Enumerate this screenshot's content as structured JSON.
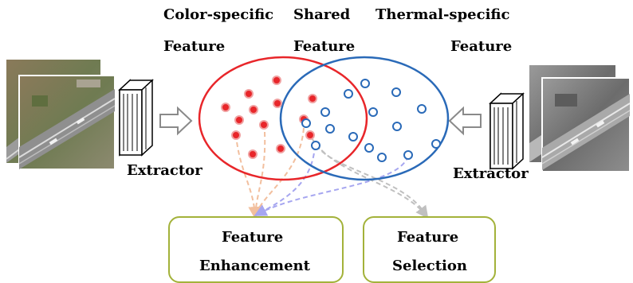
{
  "labels": {
    "color_specific_line1": "Color-specific",
    "color_specific_line2": "Feature",
    "shared_line1": "Shared",
    "shared_line2": "Feature",
    "thermal_specific_line1": "Thermal-specific",
    "thermal_specific_line2": "Feature",
    "extractor_left": "Extractor",
    "extractor_right": "Extractor"
  },
  "boxes": {
    "enhancement_line1": "Feature",
    "enhancement_line2": "Enhancement",
    "selection_line1": "Feature",
    "selection_line2": "Selection"
  },
  "colors": {
    "color_feature": "#e8262a",
    "thermal_feature": "#2a6ab8",
    "box_border": "#a3b23a",
    "arrow_orange": "#f2bf9e",
    "arrow_blue": "#a6a6f0",
    "arrow_gray": "#c0c0c0"
  }
}
